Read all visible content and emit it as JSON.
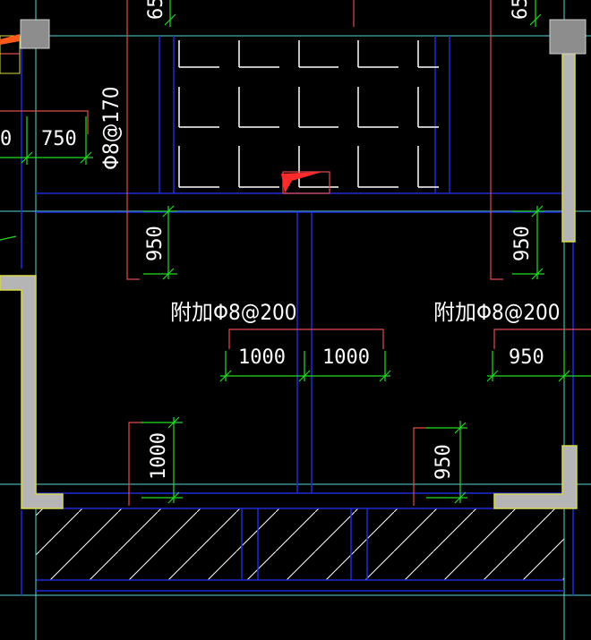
{
  "colors": {
    "background": "#000000",
    "beam_line": "#1f2bd6",
    "axis_line": "#58d6d6",
    "dimension": "#22dd22",
    "rebar": "#ffffff",
    "rebar_extent": "#e24b4b",
    "column": "#bfbfbf",
    "wall_edge": "#d8d84a",
    "marker": "#ff2a2a",
    "hatch": "#ffffff"
  },
  "annotations": {
    "top_rebar_spec": "Φ8@170",
    "left_additional": "附加Φ8@200",
    "right_additional": "附加Φ8@200"
  },
  "dimensions": {
    "top_left_partial": "0",
    "top_left": "750",
    "top_mid_left": "65",
    "top_mid_right": "65",
    "left_vertical": "950",
    "right_vertical": "950",
    "center_left": "1000",
    "center_right": "1000",
    "right_horizontal": "950",
    "bottom_left_vertical": "1000",
    "bottom_right_vertical": "950"
  }
}
